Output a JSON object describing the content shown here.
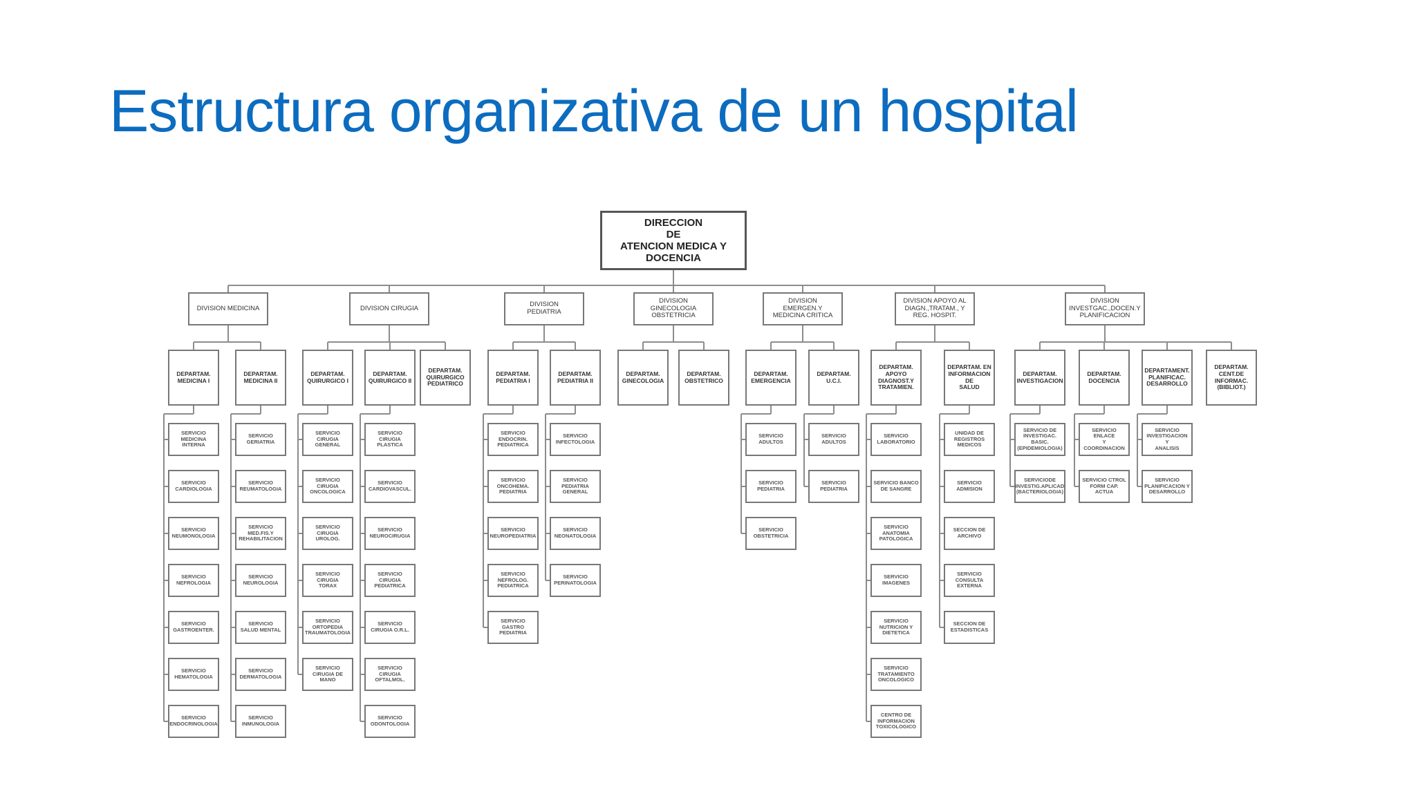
{
  "slide": {
    "title": "Estructura organizativa de un hospital",
    "title_color": "#0c6cbf"
  },
  "org_chart": {
    "root": "DIRECCION\nDE\nATENCION MEDICA Y\nDOCENCIA",
    "divisions": [
      {
        "label": "DIVISION MEDICINA",
        "departments": [
          {
            "label": "DEPARTAM.\nMEDICINA I",
            "services": [
              "SERVICIO\nMEDICINA    INTERNA",
              "SERVICIO\nCARDIOLOGIA",
              "SERVICIO\nNEUMONOLOGIA",
              "SERVICIO\nNEFROLOGIA",
              "SERVICIO\nGASTROENTER.",
              "SERVICIO\nHEMATOLOGIA",
              "SERVICIO\nENDOCRINOLOGIA"
            ]
          },
          {
            "label": "DEPARTAM.\nMEDICINA II",
            "services": [
              "SERVICIO\nGERIATRIA",
              "SERVICIO\nREUMATOLOGIA",
              "SERVICIO\nMED.FIS.Y\nREHABILITACION",
              "SERVICIO\nNEUROLOGIA",
              "SERVICIO\nSALUD      MENTAL",
              "SERVICIO\nDERMATOLOGIA",
              "SERVICIO\nINMUNOLOGIA"
            ]
          }
        ]
      },
      {
        "label": "DIVISION CIRUGIA",
        "departments": [
          {
            "label": "DEPARTAM.\nQUIRURGICO I",
            "services": [
              "SERVICIO   CIRUGIA\nGENERAL",
              "SERVICIO CIRUGIA\nONCOLOGICA",
              "SERVICIO\nCIRUGIA\nUROLOG.",
              "SERVICIO\nCIRUGIA\nTORAX",
              "SERVICIO\nORTOPEDIA\nTRAUMATOLOGIA",
              "SERVICIO\nCIRUGIA   DE\nMANO"
            ]
          },
          {
            "label": "DEPARTAM.\nQUIRURGICO II",
            "services": [
              "SERVICIO\nCIRUGIA\nPLASTICA",
              "SERVICIO\nCARDIOVASCUL.",
              "SERVICIO\nNEUROCIRUGIA",
              "SERVICIO\nCIRUGIA\nPEDIATRICA",
              "SERVICIO\nCIRUGIA        O.R.L.",
              "SERVICIO\nCIRUGIA\nOFTALMOL.",
              "SERVICIO\nODONTOLOGIA"
            ]
          },
          {
            "label": "DEPARTAM.\nQUIRURGICO\nPEDIATRICO",
            "services": []
          }
        ]
      },
      {
        "label": "DIVISION\nPEDIATRIA",
        "departments": [
          {
            "label": "DEPARTAM.\nPEDIATRIA I",
            "services": [
              "SERVICIO\nENDOCRIN.\nPEDIATRICA",
              "SERVICIO\nONCOHEMA.\nPEDIATRIA",
              "SERVICIO\nNEUROPEDIATRIA",
              "SERVICIO\nNEFROLOG.\nPEDIATRICA",
              "SERVICIO GASTRO\nPEDIATRIA"
            ]
          },
          {
            "label": "DEPARTAM.\nPEDIATRIA II",
            "services": [
              "SERVICIO\nINFECTOLOGIA",
              "SERVICIO\nPEDIATRIA\nGENERAL",
              "SERVICIO\nNEONATOLOGIA",
              "SERVICIO\nPERINATOLOGIA"
            ]
          }
        ]
      },
      {
        "label": "DIVISION\nGINECOLOGIA\nOBSTETRICIA",
        "departments": [
          {
            "label": "DEPARTAM.\nGINECOLOGIA",
            "services": []
          },
          {
            "label": "DEPARTAM.\nOBSTETRICO",
            "services": []
          }
        ]
      },
      {
        "label": "DIVISION\nEMERGEN.Y\nMEDICINA CRITICA",
        "departments": [
          {
            "label": "DEPARTAM.\nEMERGENCIA",
            "services": [
              "SERVICIO\nADULTOS",
              "SERVICIO\nPEDIATRIA",
              "SERVICIO\nOBSTETRICIA"
            ]
          },
          {
            "label": "DEPARTAM.\nU.C.I.",
            "services": [
              "SERVICIO\nADULTOS",
              "SERVICIO\nPEDIATRIA"
            ]
          }
        ]
      },
      {
        "label": "DIVISION APOYO AL\nDIAGN.,TRATAM., Y\nREG. HOSPIT.",
        "departments": [
          {
            "label": "DEPARTAM.\nAPOYO\nDIAGNOST.Y\nTRATAMIEN.",
            "services": [
              "SERVICIO\nLABORATORIO",
              "SERVICIO      BANCO\nDE         SANGRE",
              "SERVICIO ANATOMIA\nPATOLOGICA",
              "SERVICIO IMAGENES",
              "SERVICIO\nNUTRICION    Y\nDIETETICA",
              "SERVICIO\nTRATAMIENTO\nONCOLOGICO",
              "CENTRO DE\nINFORMACION\nTOXICOLOGICO"
            ]
          },
          {
            "label": "DEPARTAM. EN\nINFORMACION DE\nSALUD",
            "services": [
              "UNIDAD DE\nREGISTROS\nMEDICOS",
              "SERVICIO ADMISION",
              "SECCION DE\nARCHIVO",
              "SERVICIO\nCONSULTA\nEXTERNA",
              "SECCION DE\nESTADISTICAS"
            ]
          }
        ]
      },
      {
        "label": "DIVISION\nINVESTGAC.,DOCEN.Y\nPLANIFICACION",
        "departments": [
          {
            "label": "DEPARTAM.\nINVESTIGACION",
            "services": [
              "SERVICIO DE\nINVESTIGAC. BASIC.\n(EPIDEMIOLOGIA)",
              "SERVICIODE\nINVESTIG.APLICAD\n(BACTERIOLOGIA)"
            ]
          },
          {
            "label": "DEPARTAM.\nDOCENCIA",
            "services": [
              "SERVICIO  ENLACE\nY\nCOORDINACION",
              "SERVICIO CTROL\nFORM CAP.\nACTUA"
            ]
          },
          {
            "label": "DEPARTAMENT.\nPLANIFICAC.\nDESARROLLO",
            "services": [
              "SERVICIO\nINVESTIGACION\nY\nANALISIS",
              "SERVICIO\nPLANIFICACION Y\nDESARROLLO"
            ]
          },
          {
            "label": "DEPARTAM.\nCENT.DE\nINFORMAC.\n(BIBLIOT.)",
            "services": []
          }
        ]
      }
    ]
  }
}
